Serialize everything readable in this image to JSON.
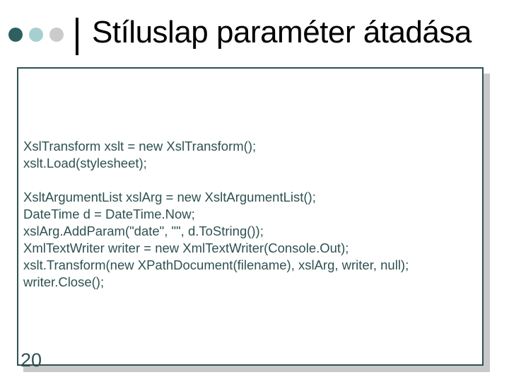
{
  "slide": {
    "title": "Stíluslap paraméter átadása",
    "page_number": "20",
    "decoration": {
      "bullet_icons": [
        "dark-teal-dot",
        "light-teal-dot",
        "gray-dot"
      ],
      "bullet_colors": [
        "#2F5F5F",
        "#A7CFD0",
        "#CBCBCB"
      ]
    },
    "colors": {
      "title_text": "#000000",
      "code_text": "#2F5151",
      "panel_border": "#2F5151",
      "panel_shadow": "#C9C9C9",
      "background": "#FFFFFF"
    },
    "code": {
      "block1": [
        "XslTransform xslt = new XslTransform();",
        "xslt.Load(stylesheet);"
      ],
      "block2": [
        "XsltArgumentList xslArg = new XsltArgumentList();",
        "DateTime d = DateTime.Now;",
        "xslArg.AddParam(\"date\", \"\", d.ToString());",
        "XmlTextWriter writer = new XmlTextWriter(Console.Out);",
        "xslt.Transform(new XPathDocument(filename), xslArg, writer, null);",
        "writer.Close();"
      ]
    }
  }
}
